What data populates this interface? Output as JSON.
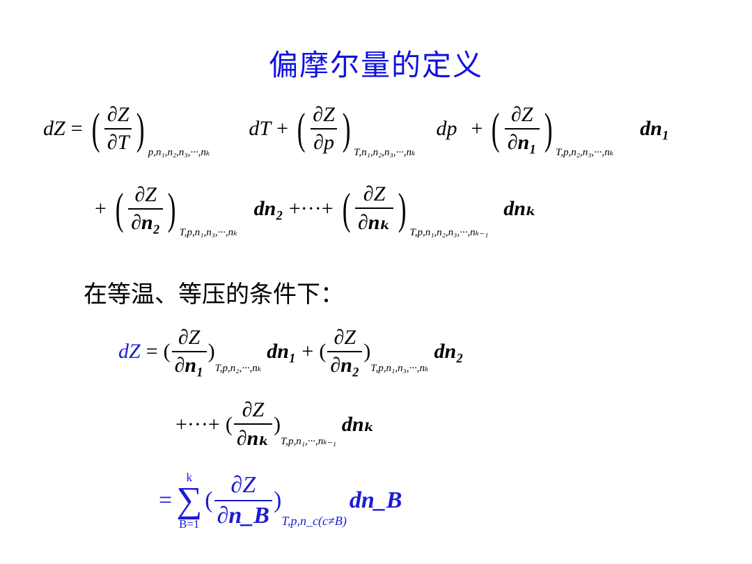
{
  "title": "偏摩尔量的定义",
  "condition_text": "在等温、等压的条件下：",
  "colors": {
    "title": "#1010e0",
    "formula_highlight": "#1a1ad6"
  },
  "eq1": {
    "lhs": "dZ",
    "t1_num": "∂Z",
    "t1_den": "∂T",
    "t1_sub": "p,n₁,n₂,n₃,···,nₖ",
    "t1_d": "dT",
    "t2_num": "∂Z",
    "t2_den": "∂p",
    "t2_sub": "T,n₁,n₂,n₃,···,nₖ",
    "t2_d": "dp",
    "t3_num": "∂Z",
    "t3_den": "∂n₁",
    "t3_sub": "T,p,n₂,n₃,···,nₖ",
    "t3_d": "dn₁"
  },
  "eq2": {
    "t4_num": "∂Z",
    "t4_den": "∂n₂",
    "t4_sub": "T,p,n₁,n₃,···,nₖ",
    "t4_d": "dn₂",
    "dots": "+···+",
    "t5_num": "∂Z",
    "t5_den": "∂nₖ",
    "t5_sub": "T,p,n₁,n₂,n₃,···,nₖ₋₁",
    "t5_d": "dnₖ"
  },
  "eq3": {
    "lhs": "dZ",
    "a_num": "∂Z",
    "a_den": "∂n₁",
    "a_sub": "T,p,n₂,···,nₖ",
    "a_d": "dn₁",
    "b_num": "∂Z",
    "b_den": "∂n₂",
    "b_sub": "T,p,n₁,n₃,···,nₖ",
    "b_d": "dn₂"
  },
  "eq4": {
    "dots": "+···+",
    "c_num": "∂Z",
    "c_den": "∂nₖ",
    "c_sub": "T,p,n₁,···,nₖ₋₁",
    "c_d": "dnₖ"
  },
  "eq5": {
    "sum_top": "k",
    "sum_bot": "B=1",
    "sum_symbol": "∑",
    "num": "∂Z",
    "den": "∂n_B",
    "sub": "T,p,n_c(c≠B)",
    "d": "dn_B"
  }
}
